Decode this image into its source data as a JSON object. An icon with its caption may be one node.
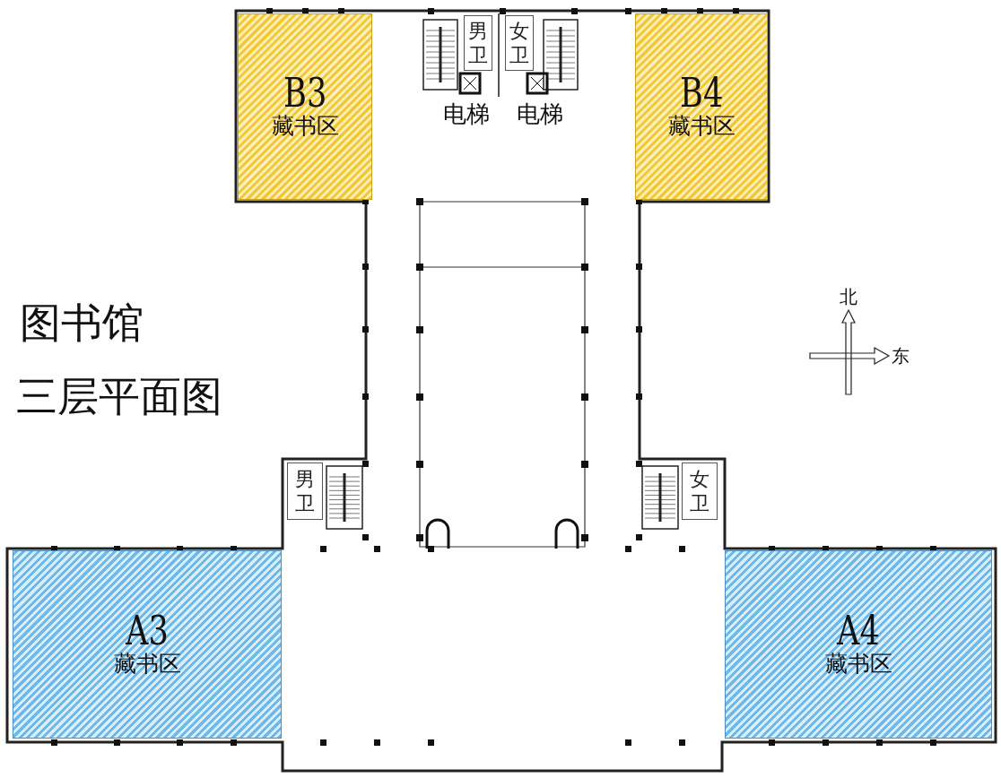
{
  "diagram": {
    "nodes": [
      {
        "text": [
          "B3",
          "藏书区"
        ]
      },
      {
        "text": [
          "男卫"
        ]
      },
      {
        "text": [
          "女卫"
        ]
      },
      {
        "text": [
          "B4",
          "藏书区"
        ]
      },
      {
        "text": [
          "男卫"
        ]
      },
      {
        "text": [
          "女卫"
        ]
      },
      {
        "text": [
          "A3",
          "藏书区"
        ]
      },
      {
        "text": [
          "A4",
          "藏书区"
        ]
      }
    ],
    "labels": [
      "电梯",
      "电梯",
      "图书馆",
      "三层平面图",
      "北",
      "东"
    ]
  }
}
